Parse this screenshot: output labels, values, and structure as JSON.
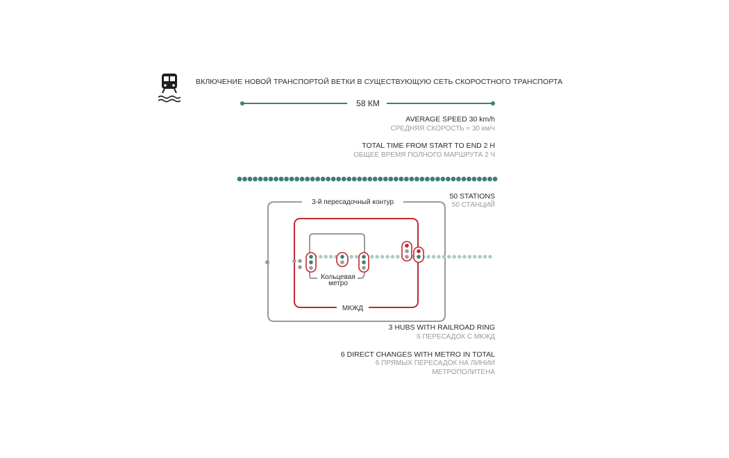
{
  "header": {
    "icon": "train-icon",
    "title": "ВКЛЮЧЕНИЕ НОВОЙ ТРАНСПОРТОЙ ВЕТКИ В СУЩЕСТВУЮЩУЮ СЕТЬ СКОРОСТНОГО ТРАНСПОРТА"
  },
  "route": {
    "length_label": "58 КМ",
    "line_color": "#3d7d78"
  },
  "stats": {
    "speed_en": "AVERAGE SPEED 30 km/h",
    "speed_ru": "СРЕДНЯЯ СКОРОСТЬ ≈ 30 км/ч",
    "time_en": "TOTAL TIME FROM START TO END 2 H",
    "time_ru": "ОБЩЕЕ ВРЕМЯ ПОЛНОГО МАРШРУТА 2 Ч",
    "stations_en": "50  STATIONS",
    "stations_ru": "50 СТАНЦИЙ",
    "hubs_en": "3 HUBS WITH RAILROAD RING",
    "hubs_ru": "6 ПЕРЕСАДОК С МКЖД",
    "changes_en": "6 DIRECT CHANGES WITH METRO IN TOTAL",
    "changes_ru_1": "6 ПРЯМЫХ ПЕРЕСАДОК НА ЛИНИИ",
    "changes_ru_2": "МЕТРОПОЛИТЕНА"
  },
  "diagram": {
    "station_count": 50,
    "outer_label": "3-й пересадочный контур",
    "red_label": "МКЖД",
    "metro_label_1": "Кольцевая",
    "metro_label_2": "метро",
    "colors": {
      "teal": "#3d7d78",
      "light_teal": "#a8ccc9",
      "red": "#c0282d",
      "gray": "#9a9a9a"
    }
  }
}
